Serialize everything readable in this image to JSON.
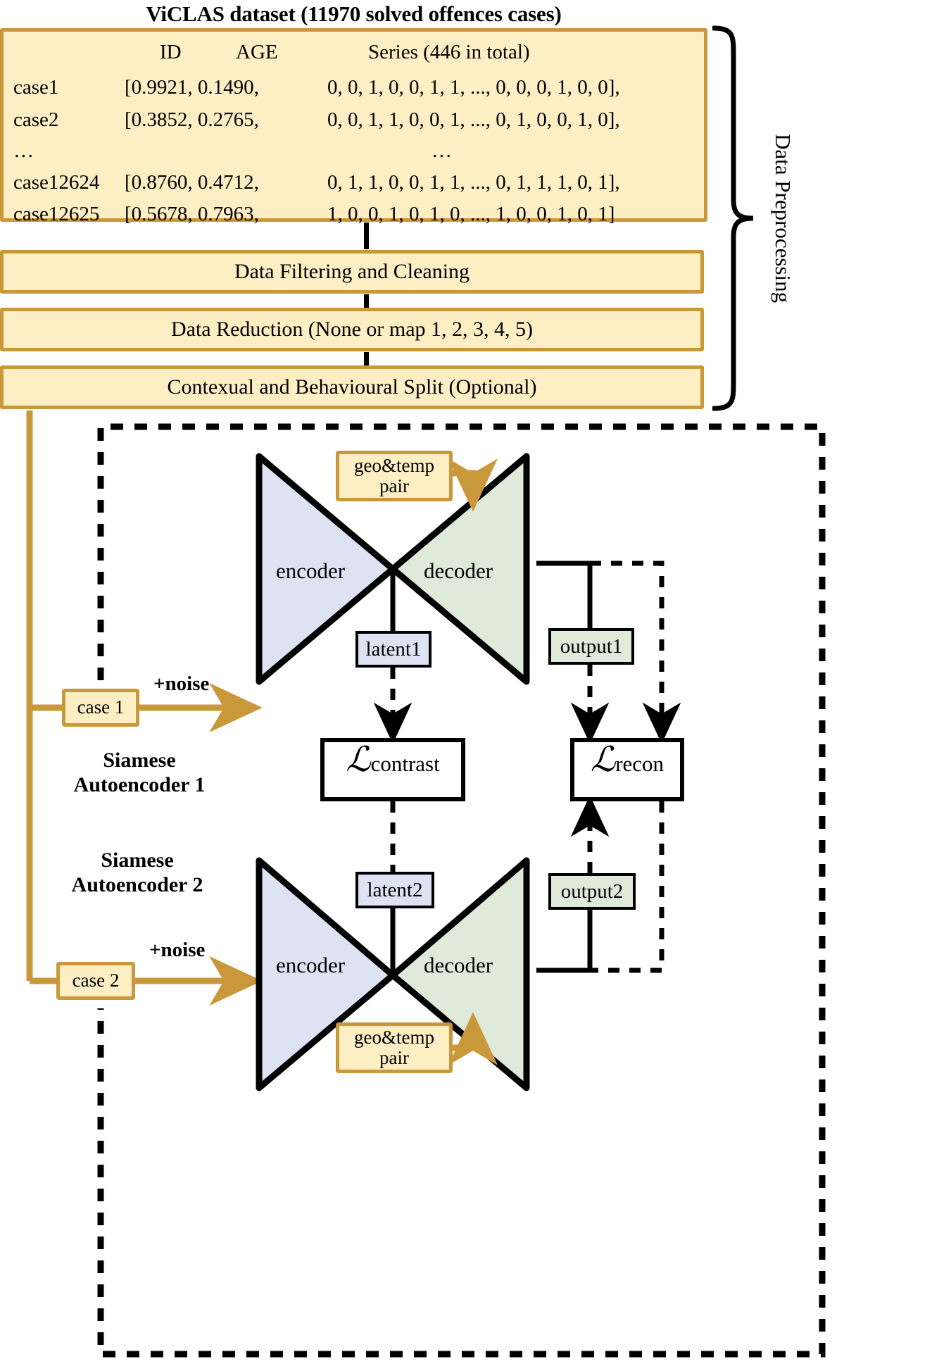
{
  "title": "ViCLAS dataset (11970 solved offences cases)",
  "dataset_table": {
    "headers": [
      "ID",
      "AGE",
      "Series (446 in total)"
    ],
    "rows": [
      {
        "case": "case1",
        "values": "[0.9921, 0.1490,",
        "series": "0, 0, 1, 0, 0, 1, 1, ..., 0, 0, 0, 1, 0, 0],"
      },
      {
        "case": "case2",
        "values": "[0.3852, 0.2765,",
        "series": "0, 0, 1, 1, 0, 0, 1, ..., 0, 1, 0, 0, 1, 0],"
      },
      {
        "case": "…",
        "values": "",
        "series": "…"
      },
      {
        "case": "case12624",
        "values": "[0.8760, 0.4712,",
        "series": "0, 1, 1, 0, 0, 1, 1, ..., 0, 1, 1, 1, 0, 1],"
      },
      {
        "case": "case12625",
        "values": "[0.5678, 0.7963,",
        "series": "1, 0, 0, 1, 0, 1, 0, ..., 1, 0, 0, 1, 0, 1]"
      }
    ]
  },
  "pipeline": {
    "steps": [
      "Data Filtering and Cleaning",
      "Data Reduction (None or map 1, 2, 3, 4, 5)",
      "Contexual and Behavioural Split (Optional)"
    ],
    "bracket_label": "Data Preprocessing"
  },
  "model": {
    "autoencoder1": {
      "title": "Siamese\nAutoencoder 1",
      "title_line1": "Siamese",
      "title_line2": "Autoencoder 1",
      "input_box": "case 1",
      "noise_label": "+noise",
      "encoder_label": "encoder",
      "decoder_label": "decoder",
      "side_input_line1": "geo&temp",
      "side_input_line2": "pair",
      "latent_label": "latent1",
      "output_label": "output1"
    },
    "autoencoder2": {
      "title_line1": "Siamese",
      "title_line2": "Autoencoder 2",
      "input_box": "case 2",
      "noise_label": "+noise",
      "encoder_label": "encoder",
      "decoder_label": "decoder",
      "side_input_line1": "geo&temp",
      "side_input_line2": "pair",
      "latent_label": "latent2",
      "output_label": "output2"
    },
    "losses": {
      "contrast_symbol": "ℒ",
      "contrast_sub": "contrast",
      "recon_symbol": "ℒ",
      "recon_sub": "recon"
    }
  },
  "colors": {
    "box_fill": "#fdeec4",
    "box_border": "#c9983a",
    "encoder_fill": "#dde3f3",
    "decoder_fill": "#dfeadb",
    "line_black": "#000000",
    "line_gold": "#c9983a"
  }
}
